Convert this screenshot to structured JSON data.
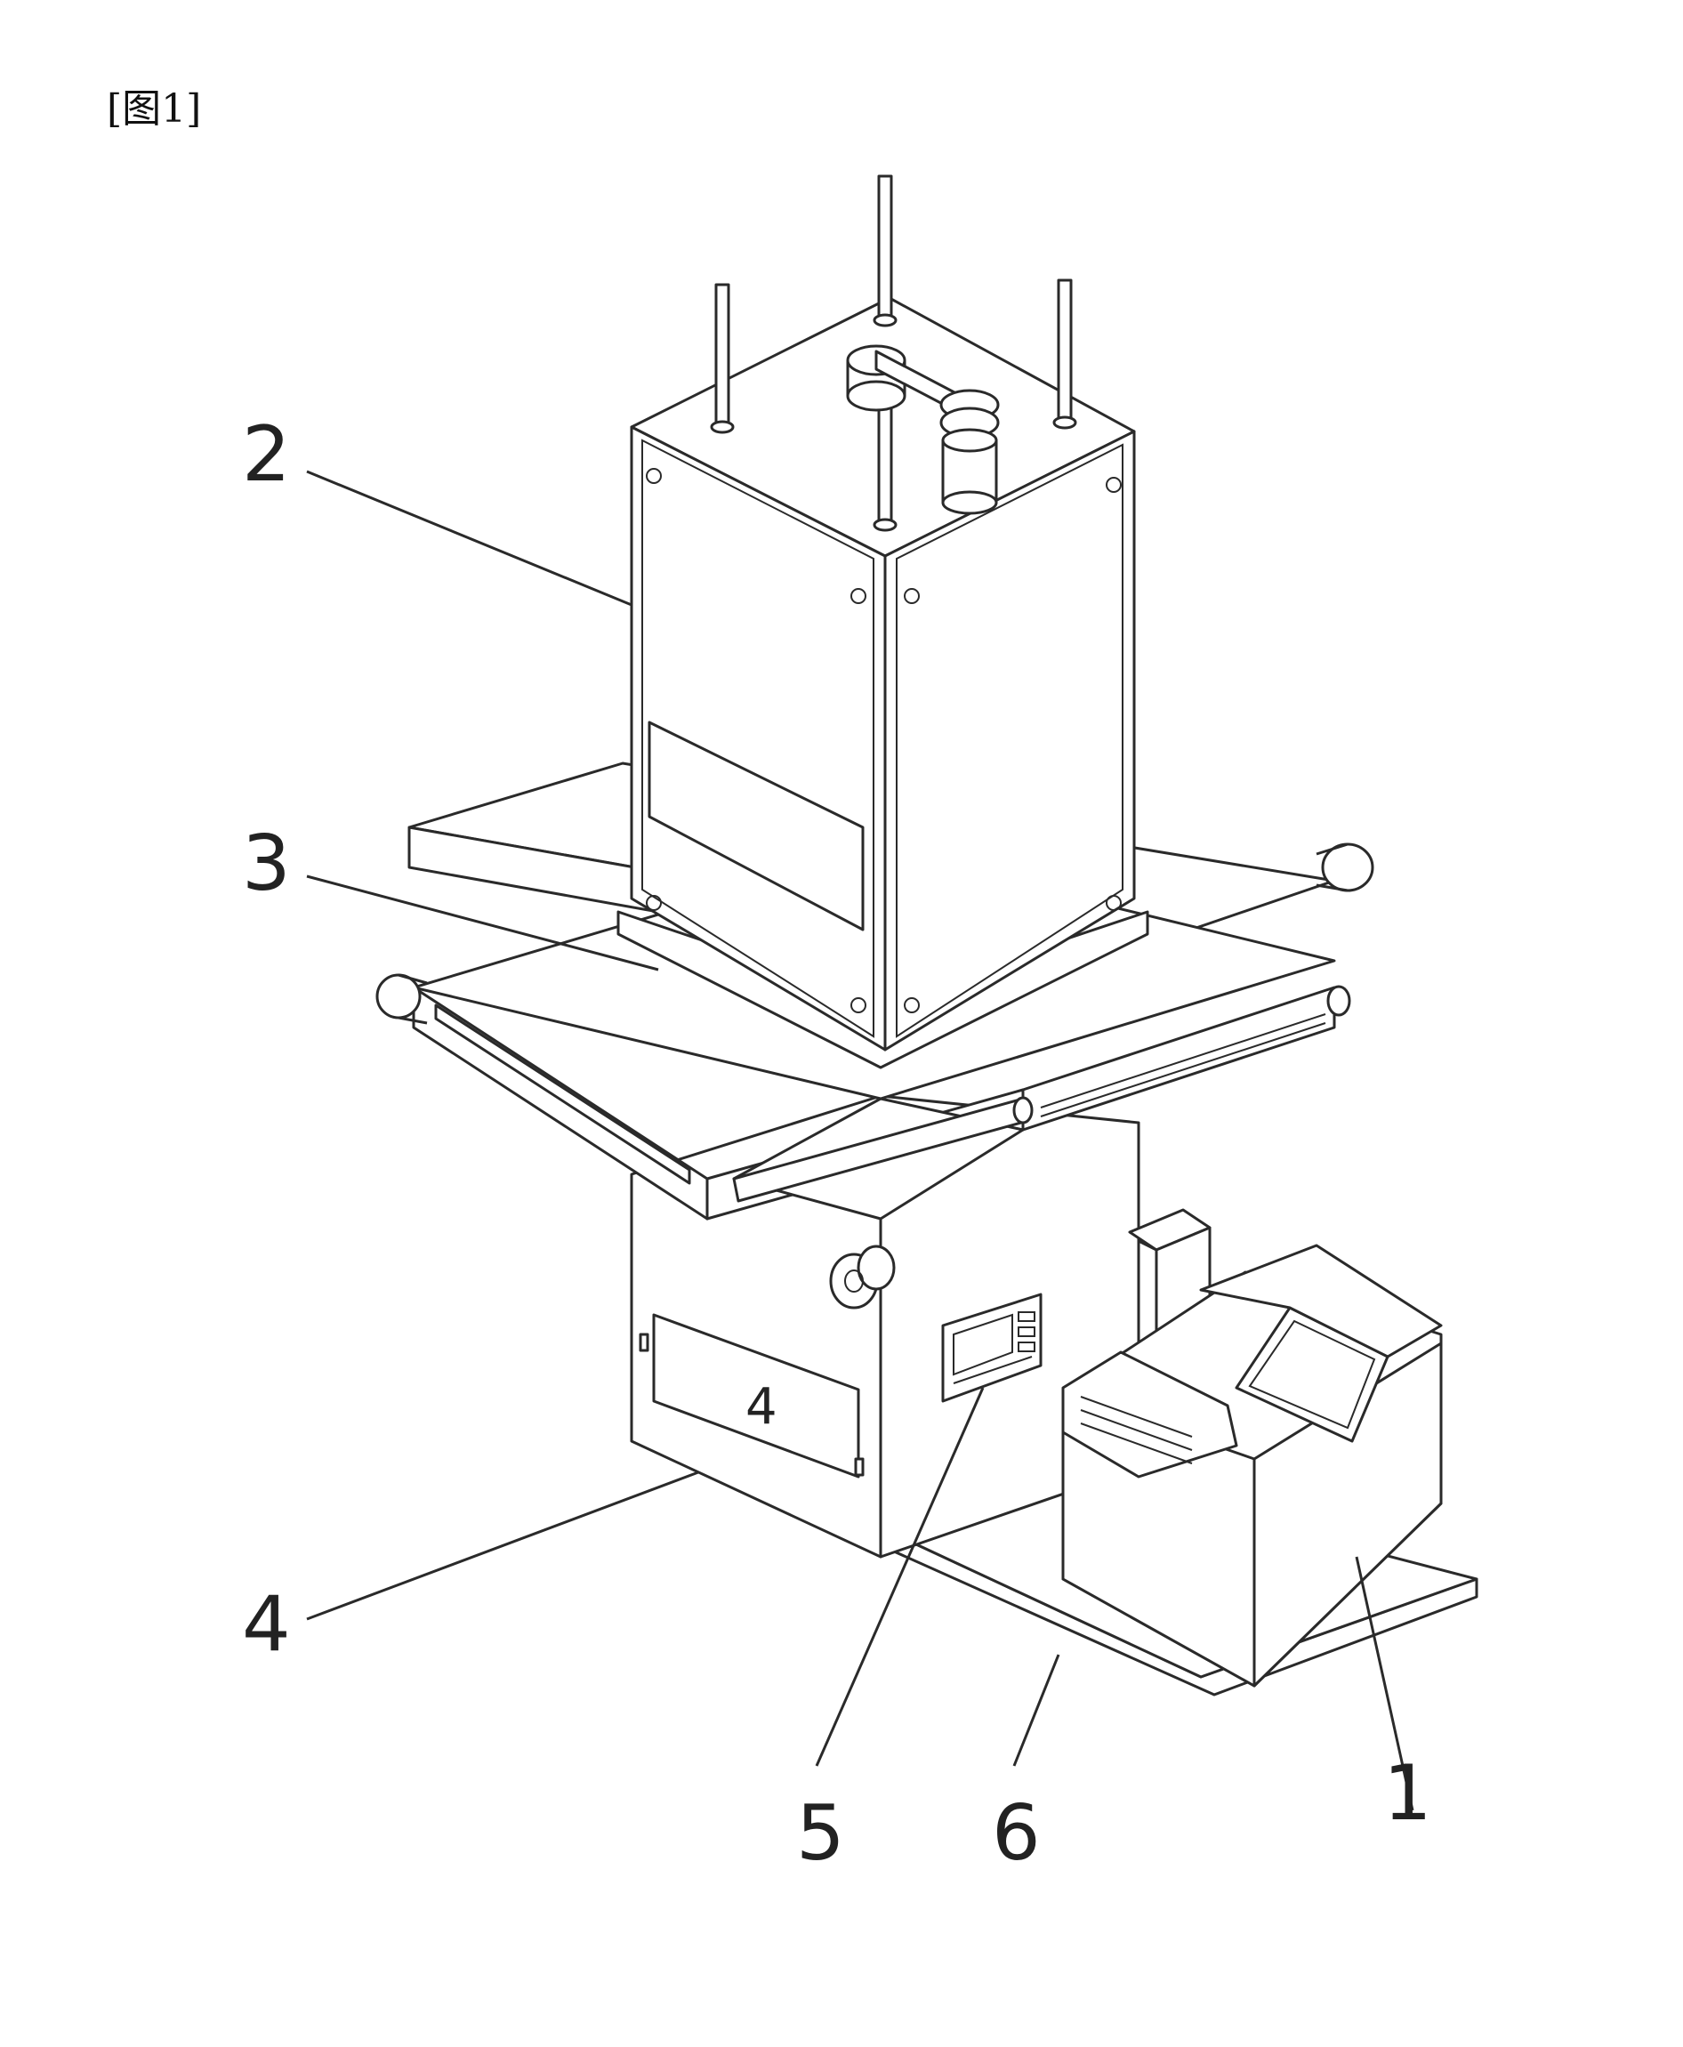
{
  "figure": {
    "label": "[图1]"
  },
  "callouts": [
    {
      "id": "1",
      "text": "1"
    },
    {
      "id": "2",
      "text": "2"
    },
    {
      "id": "3",
      "text": "3"
    },
    {
      "id": "4",
      "text": "4"
    },
    {
      "id": "5",
      "text": "5"
    },
    {
      "id": "6",
      "text": "6"
    }
  ],
  "panel_mark": "4"
}
